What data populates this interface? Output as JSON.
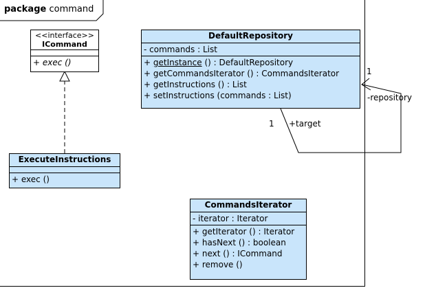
{
  "package": {
    "keyword": "package",
    "name": "command"
  },
  "icommand": {
    "stereotype": "<<interface>>",
    "name": "ICommand",
    "operations": [
      "+ exec ()"
    ]
  },
  "default_repository": {
    "name": "DefaultRepository",
    "attributes": [
      "- commands  : List"
    ],
    "operations": [
      {
        "vis": "+ ",
        "name": "getInstance",
        "rest": " () : DefaultRepository",
        "static": true
      },
      {
        "vis": "+ ",
        "name": "getCommandsIterator",
        "rest": " () : CommandsIterator",
        "static": false
      },
      {
        "vis": "+ ",
        "name": "getInstructions",
        "rest": " () : List",
        "static": false
      },
      {
        "vis": "+ ",
        "name": "setInstructions",
        "rest": " (commands : List)",
        "static": false
      }
    ]
  },
  "execute_instructions": {
    "name": "ExecuteInstructions",
    "operations": [
      "+ exec ()"
    ]
  },
  "commands_iterator": {
    "name": "CommandsIterator",
    "attributes": [
      "- iterator  : Iterator"
    ],
    "operations": [
      "+ getIterator () : Iterator",
      "+ hasNext () : boolean",
      "+ next () : ICommand",
      "+ remove ()"
    ]
  },
  "associations": {
    "self_multiplicity": "1",
    "self_role": "-repository",
    "target_multiplicity": "1",
    "target_role": "+target"
  },
  "colors": {
    "class_fill": "#c9e5fb",
    "line": "#000000"
  }
}
